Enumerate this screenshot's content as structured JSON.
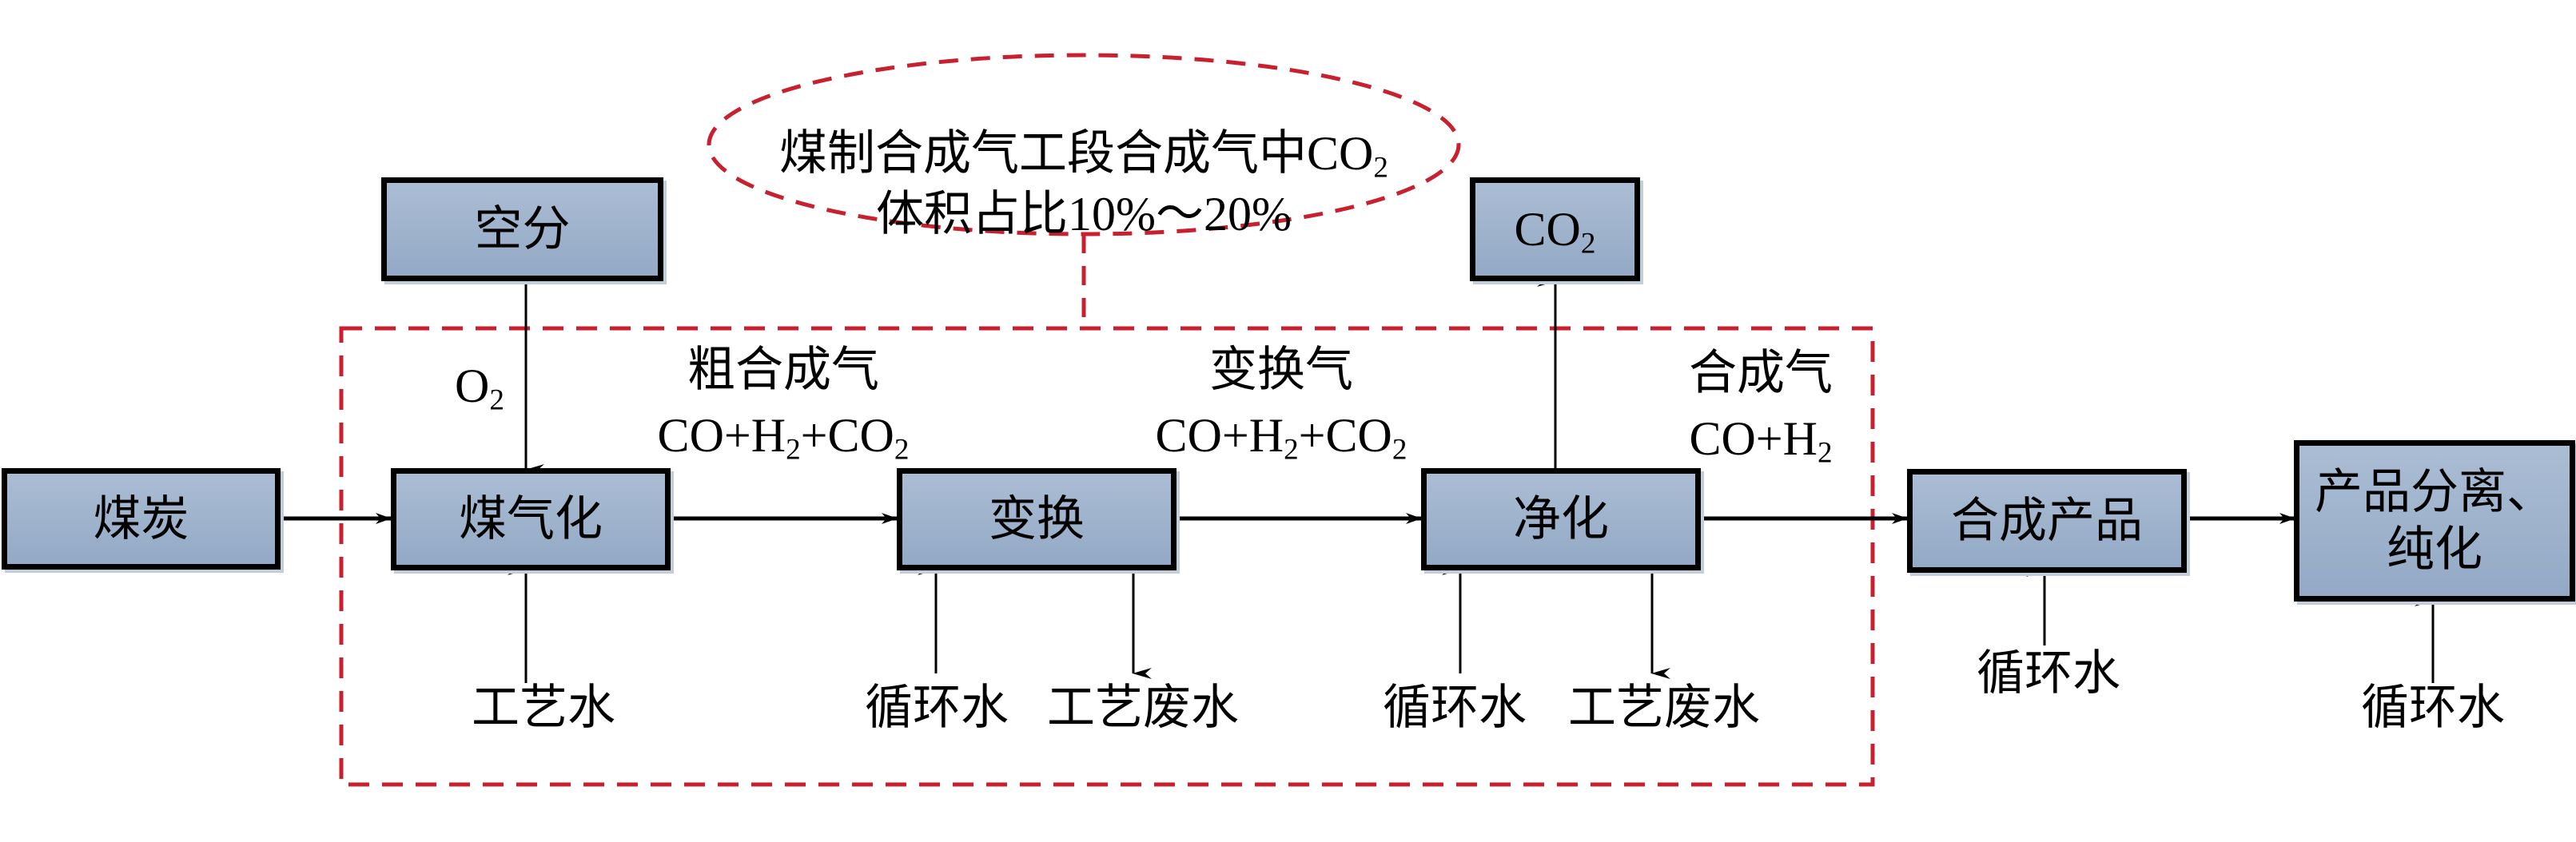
{
  "diagram": {
    "title_annotation": {
      "line1_prefix": "煤制合成气工段合成气中CO",
      "line1_sub": "2",
      "line2": "体积占比10%～20%"
    },
    "boxes": {
      "coal": "煤炭",
      "gasification": "煤气化",
      "shift": "变换",
      "purification": "净化",
      "synthesis": "合成产品",
      "separation_line1": "产品分离、",
      "separation_line2": "纯化",
      "air_separation": "空分",
      "co2_prefix": "CO",
      "co2_sub": "2"
    },
    "streams": {
      "oxygen_prefix": "O",
      "oxygen_sub": "2",
      "crude_syngas": {
        "name": "粗合成气",
        "formula": [
          "CO+H",
          "2",
          "+CO",
          "2"
        ]
      },
      "shifted_gas": {
        "name": "变换气",
        "formula": [
          "CO+H",
          "2",
          "+CO",
          "2"
        ]
      },
      "syngas": {
        "name": "合成气",
        "formula": [
          "CO+H",
          "2"
        ]
      },
      "process_water": "工艺水",
      "cooling_water": "循环水",
      "process_wastewater": "工艺废水"
    },
    "colors": {
      "box_fill_top": "#abbdd5",
      "box_fill_bottom": "#93a9c6",
      "box_border": "#000000",
      "dashed_boundary": "#c8202e",
      "arrow": "#000000"
    }
  }
}
